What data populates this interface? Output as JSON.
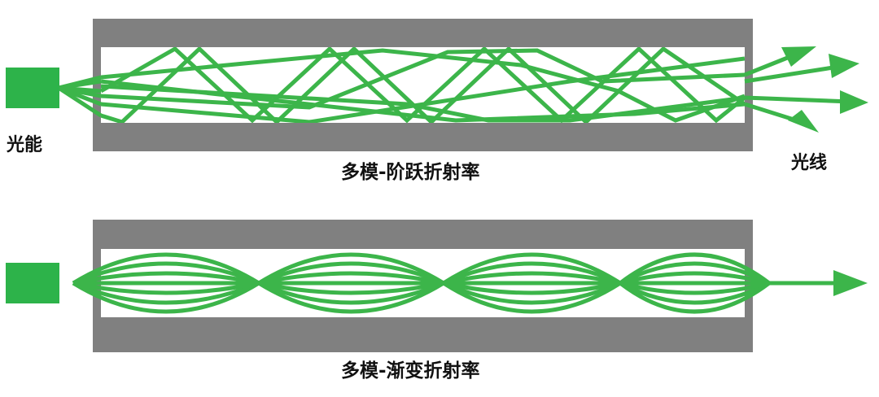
{
  "labels": {
    "light_source": "光能",
    "light_output": "光线",
    "step_index": "多模-阶跃折射率",
    "graded_index": "多模-渐变折射率"
  },
  "colors": {
    "ray": "#3cb54a",
    "source": "#2db34a",
    "cladding": "#808080",
    "core": "#ffffff",
    "text": "#111111",
    "background": "#ffffff"
  },
  "icons": {
    "source_block": "green-square",
    "output_arrow": "arrow-head"
  }
}
